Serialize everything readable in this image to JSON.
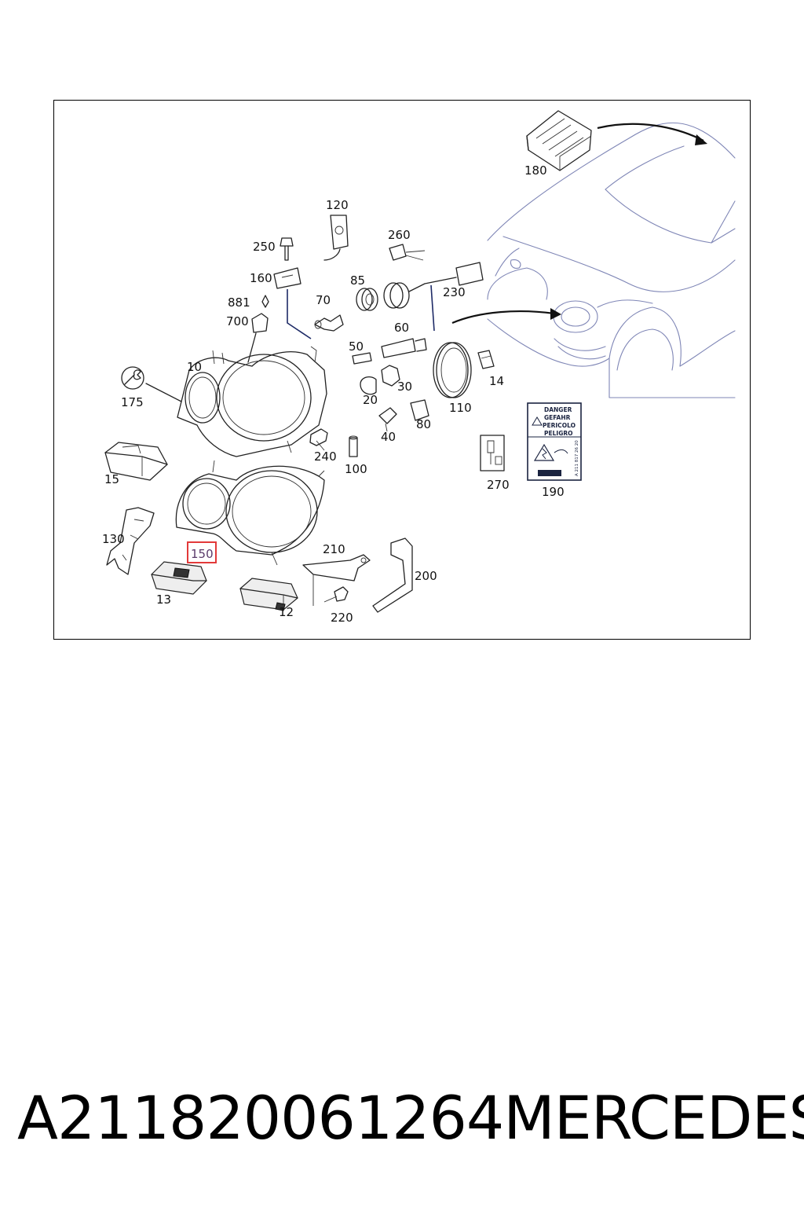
{
  "diagram": {
    "callouts": [
      {
        "id": "180",
        "text": "180"
      },
      {
        "id": "120",
        "text": "120"
      },
      {
        "id": "260",
        "text": "260"
      },
      {
        "id": "250",
        "text": "250"
      },
      {
        "id": "160",
        "text": "160"
      },
      {
        "id": "85",
        "text": "85"
      },
      {
        "id": "230",
        "text": "230"
      },
      {
        "id": "881",
        "text": "881"
      },
      {
        "id": "70",
        "text": "70"
      },
      {
        "id": "700",
        "text": "700"
      },
      {
        "id": "60",
        "text": "60"
      },
      {
        "id": "50",
        "text": "50"
      },
      {
        "id": "10",
        "text": "10"
      },
      {
        "id": "14",
        "text": "14"
      },
      {
        "id": "30",
        "text": "30"
      },
      {
        "id": "175",
        "text": "175"
      },
      {
        "id": "20",
        "text": "20"
      },
      {
        "id": "110",
        "text": "110"
      },
      {
        "id": "80",
        "text": "80"
      },
      {
        "id": "40",
        "text": "40"
      },
      {
        "id": "240",
        "text": "240"
      },
      {
        "id": "15",
        "text": "15"
      },
      {
        "id": "100",
        "text": "100"
      },
      {
        "id": "270",
        "text": "270"
      },
      {
        "id": "190",
        "text": "190"
      },
      {
        "id": "130",
        "text": "130"
      },
      {
        "id": "150",
        "text": "150",
        "highlighted": true
      },
      {
        "id": "210",
        "text": "210"
      },
      {
        "id": "200",
        "text": "200"
      },
      {
        "id": "13",
        "text": "13"
      },
      {
        "id": "12",
        "text": "12"
      },
      {
        "id": "220",
        "text": "220"
      }
    ],
    "warning_label": {
      "lines": [
        "DANGER",
        "GEFAHR",
        "PERICOLO",
        "PELIGRO"
      ],
      "code": "A 211 817 26 20"
    },
    "highlight_color": "#e23a3a"
  },
  "caption": {
    "part_number": "A211820061264",
    "brand": "MERCEDES"
  }
}
